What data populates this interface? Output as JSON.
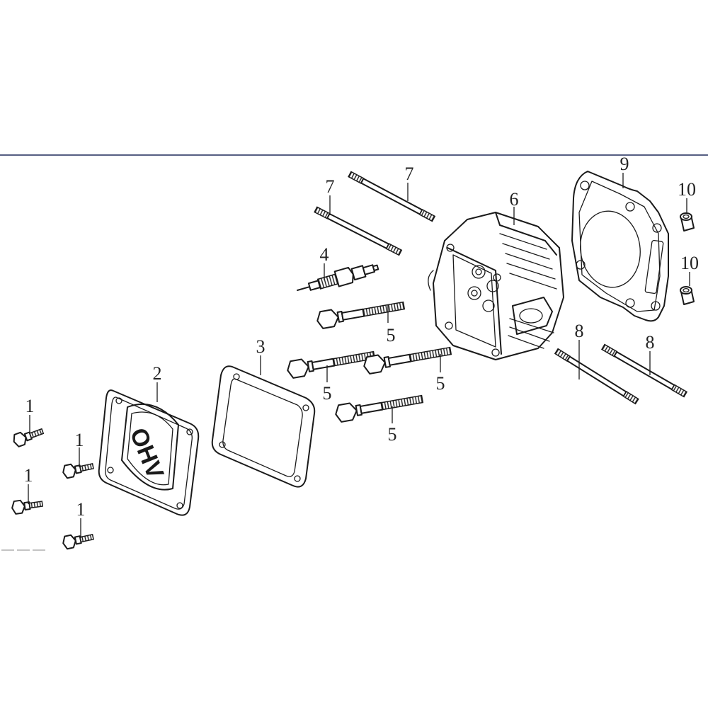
{
  "callouts": {
    "screw_a": "1",
    "screw_b": "1",
    "screw_c": "1",
    "screw_d": "1",
    "cover": "2",
    "cover_gasket": "3",
    "spark_plug": "4",
    "bolt_a": "5",
    "bolt_b": "5",
    "bolt_c": "5",
    "bolt_d": "5",
    "cylinder_head": "6",
    "pushrod_a": "7",
    "pushrod_b": "7",
    "stud_a": "8",
    "stud_b": "8",
    "head_gasket": "9",
    "dowel_a": "10",
    "dowel_b": "10"
  },
  "cover_logo": "OHV",
  "colors": {
    "line": "#1a1a1a",
    "rule": "#1f2a5a",
    "background": "#ffffff"
  }
}
